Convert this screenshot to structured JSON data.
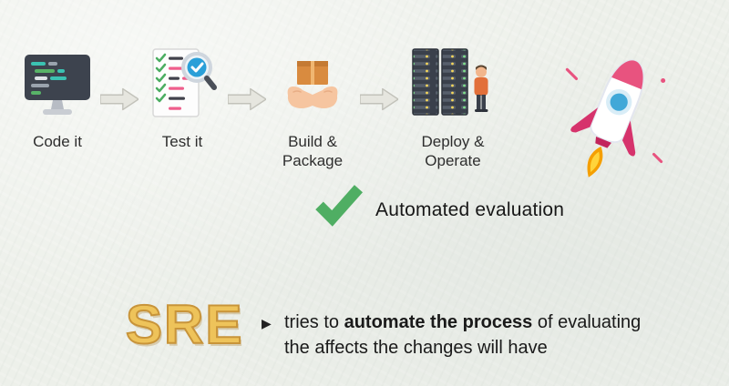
{
  "pipeline": {
    "steps": [
      {
        "icon": "code-monitor-icon",
        "line1": "Code it",
        "line2": ""
      },
      {
        "icon": "test-checklist-magnifier-icon",
        "line1": "Test it",
        "line2": ""
      },
      {
        "icon": "hands-holding-package-icon",
        "line1": "Build &",
        "line2": "Package"
      },
      {
        "icon": "server-racks-operator-icon",
        "line1": "Deploy &",
        "line2": "Operate"
      }
    ],
    "arrow_icon": "right-arrow-icon",
    "rocket_icon": "rocket-launch-icon"
  },
  "evaluation": {
    "check_icon": "green-check-icon",
    "label": "Automated evaluation"
  },
  "sre": {
    "acronym": "SRE",
    "bullet": "▶",
    "line1_prefix": "tries to ",
    "line1_bold": "automate the process",
    "line1_suffix": " of evaluating",
    "line2": "the affects the changes will have"
  },
  "colors": {
    "sre_gold": "#eec35a",
    "check_green": "#4fae63",
    "rocket_pink": "#d6336c",
    "arrow_gray": "#e6e6df",
    "background": "#edf0ea",
    "text_dark": "#1a1a1a"
  }
}
